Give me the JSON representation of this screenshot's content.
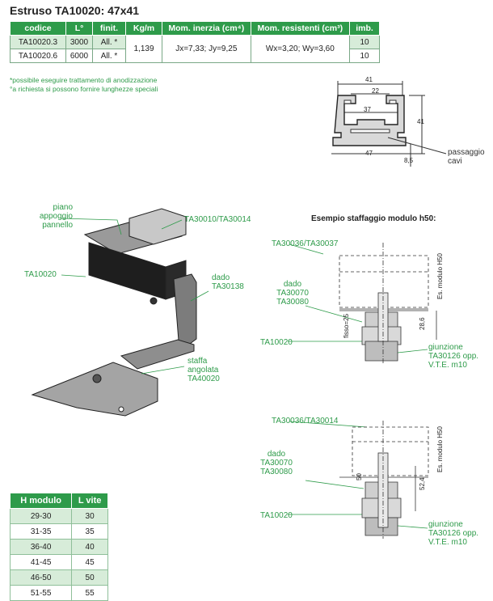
{
  "title": "Estruso TA10020: 47x41",
  "spec_table": {
    "headers": [
      "codice",
      "L°",
      "finit.",
      "Kg/m",
      "Mom. inerzia (cm⁴)",
      "Mom. resistenti (cm³)",
      "imb."
    ],
    "rows": [
      {
        "codice": "TA10020.3",
        "L": "3000",
        "finit": "All. *",
        "imb": "10"
      },
      {
        "codice": "TA10020.6",
        "L": "6000",
        "finit": "All. *",
        "imb": "10"
      }
    ],
    "kgm": "1,139",
    "inerzia": "Jx=7,33; Jy=9,25",
    "resistenti": "Wx=3,20; Wy=3,60"
  },
  "notes": [
    "*possibile eseguire trattamento di anodizzazione",
    "°a richiesta si possono fornire lunghezze speciali"
  ],
  "profile_drawing": {
    "dims": {
      "top_width": "41",
      "inner_top": "22",
      "slot": "37",
      "height": "41",
      "base": "47",
      "base_h": "8,5"
    },
    "label": "passaggio cavi"
  },
  "assembly_labels": {
    "piano": "piano appoggio pannello",
    "codes_top": "TA30010/TA30014",
    "profile": "TA10020",
    "dado": "dado TA30138",
    "staffa": "staffa angolata TA40020"
  },
  "example_title": "Esempio staffaggio modulo h50:",
  "example1": {
    "top": "TA30036/TA30037",
    "dado": "dado TA30070 TA30080",
    "profile": "TA10020",
    "giunzione": "giunzione TA30126 opp. V.T.E. m10",
    "dims": {
      "fissa": "fisso=25",
      "h": "28,6",
      "modulo": "Es. modulo H50"
    }
  },
  "example2": {
    "top": "TA30036/TA30014",
    "dado": "dado TA30070 TA30080",
    "profile": "TA10020",
    "giunzione": "giunzione TA30126 opp. V.T.E. m10",
    "dims": {
      "h": "50",
      "h2": "52,4",
      "modulo": "Es. modulo H50"
    }
  },
  "h_table": {
    "headers": [
      "H modulo",
      "L vite"
    ],
    "rows": [
      [
        "29-30",
        "30"
      ],
      [
        "31-35",
        "35"
      ],
      [
        "36-40",
        "40"
      ],
      [
        "41-45",
        "45"
      ],
      [
        "46-50",
        "50"
      ],
      [
        "51-55",
        "55"
      ]
    ]
  }
}
